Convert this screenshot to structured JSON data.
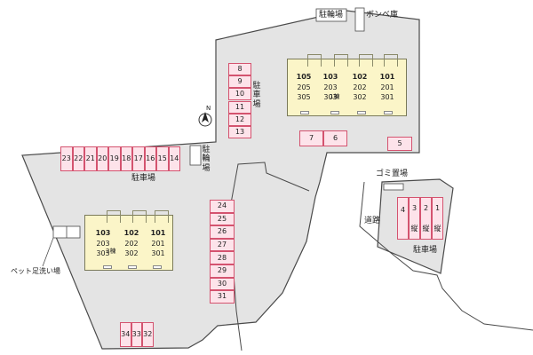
{
  "labels": {
    "bicycle_top": "駐輪場",
    "gas_store": "ボンベ庫",
    "parking_right_vertical": "駐車場",
    "bicycle_left_vertical": "駐輪場",
    "parking_left": "駐車場",
    "garbage": "ゴミ置場",
    "road": "道路",
    "parking_east": "駐車場",
    "pet": "ペット足洗い場"
  },
  "parking": {
    "col_8_13": [
      "8",
      "9",
      "10",
      "11",
      "12",
      "13"
    ],
    "row_23_14": [
      "23",
      "22",
      "21",
      "20",
      "19",
      "18",
      "17",
      "16",
      "15",
      "14"
    ],
    "pair_7_6": [
      "7",
      "6"
    ],
    "single_5": "5",
    "col_24_31": [
      "24",
      "25",
      "26",
      "27",
      "28",
      "29",
      "30",
      "31"
    ],
    "row_34_32": [
      "34",
      "33",
      "32"
    ],
    "east_row": [
      "4",
      "3",
      "2",
      "1"
    ],
    "east_vertical_mark": "縦"
  },
  "building1": {
    "name": "1棟",
    "units": [
      {
        "floor1": "105",
        "floor2": "205",
        "floor3": "305"
      },
      {
        "floor1": "103",
        "floor2": "203",
        "floor3": "303"
      },
      {
        "floor1": "102",
        "floor2": "202",
        "floor3": "302"
      },
      {
        "floor1": "101",
        "floor2": "201",
        "floor3": "301"
      }
    ]
  },
  "building2": {
    "name": "2棟",
    "units": [
      {
        "floor1": "103",
        "floor2": "203",
        "floor3": "303"
      },
      {
        "floor1": "102",
        "floor2": "202",
        "floor3": "302"
      },
      {
        "floor1": "101",
        "floor2": "201",
        "floor3": "301"
      }
    ]
  },
  "compass": {
    "north": "N"
  },
  "colors": {
    "ground": "#e4e4e4",
    "outline": "#4a4a4a",
    "parking_fill": "#fde3ea",
    "parking_border": "#d4536f",
    "building_fill": "#fbf5c8"
  }
}
